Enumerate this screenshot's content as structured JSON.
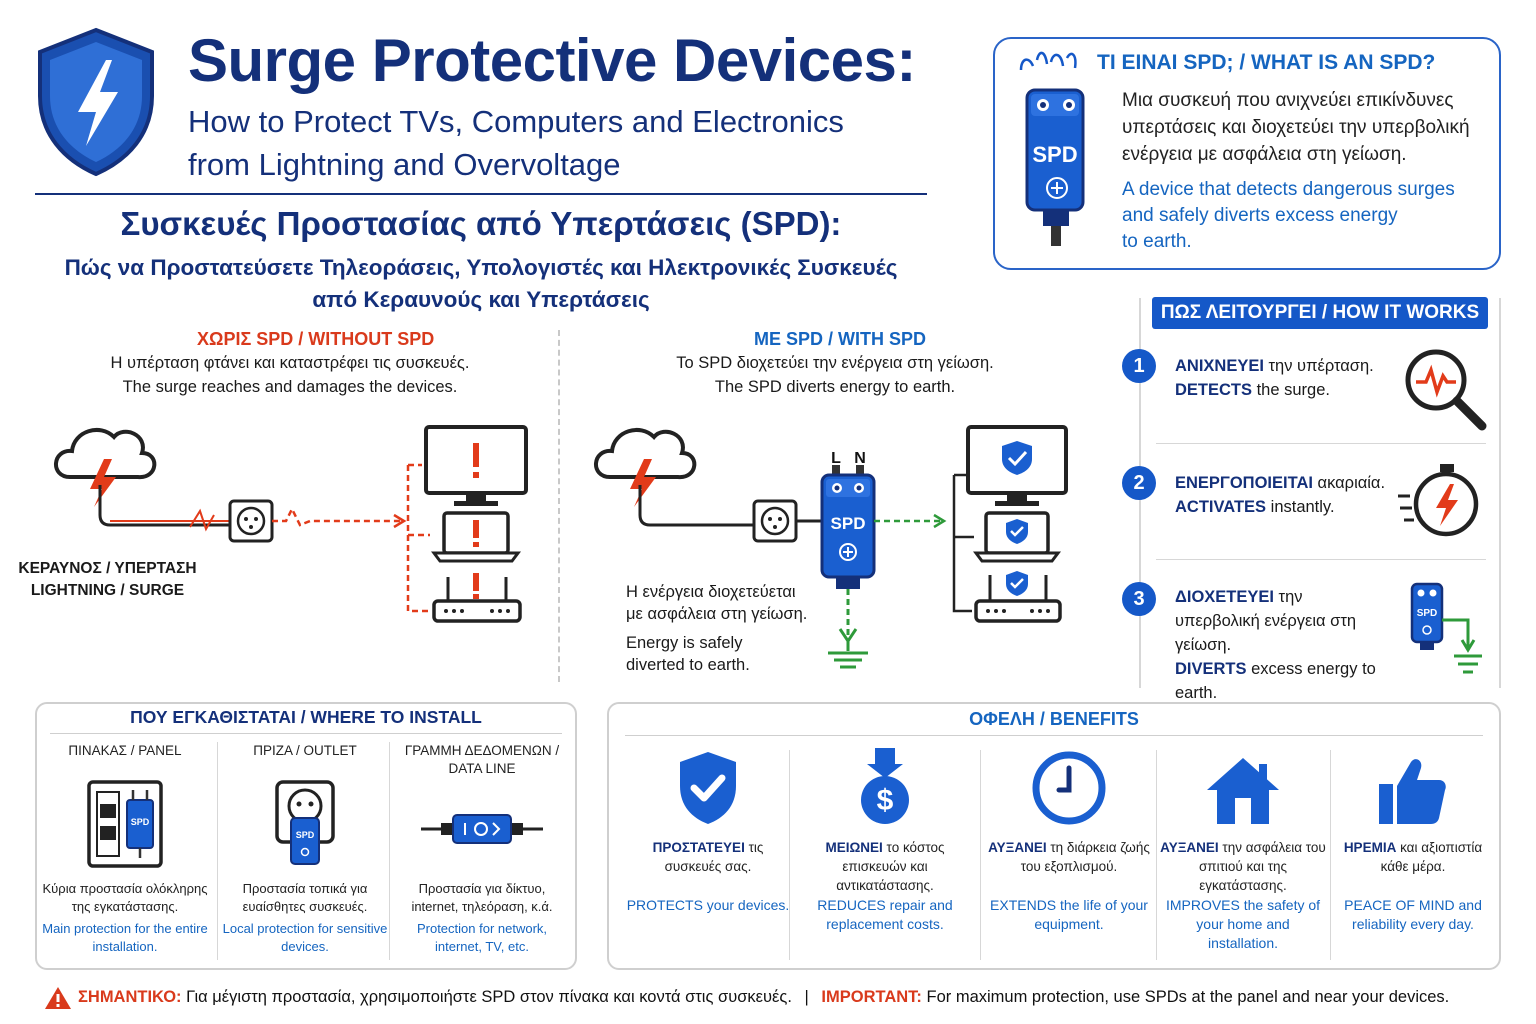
{
  "header": {
    "title": "Surge Protective Devices:",
    "subtitle_line1": "How to Protect TVs, Computers and Electronics",
    "subtitle_line2": "from Lightning and Overvoltage",
    "greek_title": "Συσκευές Προστασίας από Υπερτάσεις (SPD):",
    "greek_sub_line1": "Πώς να Προστατεύσετε Τηλεοράσεις, Υπολογιστές και Ηλεκτρονικές Συσκευές",
    "greek_sub_line2": "από Κεραυνούς και Υπερτάσεις"
  },
  "what_is": {
    "title": "ΤΙ ΕΙΝΑΙ SPD; / WHAT IS AN SPD?",
    "greek": "Μια συσκευή που ανιχνεύει επικίνδυνες υπερτάσεις και διοχετεύει την υπερβολική ενέργεια με ασφάλεια στη γείωση.",
    "english_line1": "A device that detects dangerous surges",
    "english_line2": "and safely diverts excess energy",
    "english_line3": "to earth.",
    "device_label": "SPD"
  },
  "without_spd": {
    "heading": "ΧΩΡΙΣ SPD / WITHOUT SPD",
    "greek": "Η υπέρταση φτάνει και καταστρέφει τις συσκευές.",
    "english": "The surge reaches and damages the devices.",
    "lightning_gr": "ΚΕΡΑΥΝΟΣ / ΥΠΕΡΤΑΣΗ",
    "lightning_en": "LIGHTNING / SURGE"
  },
  "with_spd": {
    "heading": "ΜΕ SPD / WITH SPD",
    "greek": "Το SPD διοχετεύει την ενέργεια στη γείωση.",
    "english": "The SPD diverts energy to earth.",
    "device_label": "SPD",
    "terminal_l": "L",
    "terminal_n": "N",
    "note_gr_line1": "Η ενέργεια διοχετεύεται",
    "note_gr_line2": "με ασφάλεια στη γείωση.",
    "note_en_line1": "Energy is safely",
    "note_en_line2": "diverted to earth."
  },
  "how_it_works": {
    "title": "ΠΩΣ ΛΕΙΤΟΥΡΓΕΙ / HOW IT WORKS",
    "device_label": "SPD",
    "steps": [
      {
        "num": "1",
        "gr_bold": "ΑΝΙΧΝΕΥΕΙ",
        "gr_rest": " την υπέρταση.",
        "en_bold": "DETECTS",
        "en_rest": " the surge."
      },
      {
        "num": "2",
        "gr_bold": "ΕΝΕΡΓΟΠΟΙΕΙΤΑΙ",
        "gr_rest": " ακαριαία.",
        "en_bold": "ACTIVATES",
        "en_rest": " instantly."
      },
      {
        "num": "3",
        "gr_bold": "ΔΙΟΧΕΤΕΥΕΙ",
        "gr_rest": " την υπερβολική ενέργεια στη γείωση.",
        "en_bold": "DIVERTS",
        "en_rest": " excess energy to earth."
      }
    ]
  },
  "where_to_install": {
    "title": "ΠΟΥ ΕΓΚΑΘΙΣΤΑΤΑΙ / WHERE TO INSTALL",
    "device_label": "SPD",
    "items": [
      {
        "heading": "ΠΙΝΑΚΑΣ / PANEL",
        "gr": "Κύρια προστασία ολόκληρης της εγκατάστασης.",
        "en": "Main protection for the entire installation."
      },
      {
        "heading": "ΠΡΙΖΑ / OUTLET",
        "gr": "Προστασία τοπικά για ευαίσθητες συσκευές.",
        "en": "Local protection for sensitive devices."
      },
      {
        "heading": "ΓΡΑΜΜΗ ΔΕΔΟΜΕΝΩΝ / DATA LINE",
        "gr": "Προστασία για δίκτυο, internet, τηλεόραση, κ.ά.",
        "en": "Protection for network, internet, TV, etc."
      }
    ]
  },
  "benefits": {
    "title": "ΟΦΕΛΗ / BENEFITS",
    "items": [
      {
        "icon": "shield-check-icon",
        "gr_bold": "ΠΡΟΣΤΑΤΕΥΕΙ",
        "gr_rest": " τις συσκευές σας.",
        "en_bold": "PROTECTS",
        "en_rest": " your devices."
      },
      {
        "icon": "money-down-icon",
        "gr_bold": "ΜΕΙΩΝΕΙ",
        "gr_rest": " το κόστος επισκευών και αντικατάστασης.",
        "en_bold": "REDUCES",
        "en_rest": " repair and replacement costs."
      },
      {
        "icon": "clock-icon",
        "gr_bold": "ΑΥΞΑΝΕΙ",
        "gr_rest": " τη διάρκεια ζωής του εξοπλισμού.",
        "en_bold": "EXTENDS",
        "en_rest": " the life of your equipment."
      },
      {
        "icon": "home-icon",
        "gr_bold": "ΑΥΞΑΝΕΙ",
        "gr_rest": " την ασφάλεια του σπιτιού και της εγκατάστασης.",
        "en_bold": "IMPROVES",
        "en_rest": " the safety of your home and installation."
      },
      {
        "icon": "thumbs-up-icon",
        "gr_bold": "ΗΡΕΜΙΑ",
        "gr_rest": " και αξιοπιστία κάθε μέρα.",
        "en_bold": "PEACE OF MIND",
        "en_rest": " and reliability every day."
      }
    ]
  },
  "footer": {
    "important_gr": "ΣΗΜΑΝΤΙΚΟ:",
    "text_gr": " Για μέγιστη προστασία, χρησιμοποιήστε SPD στον πίνακα και κοντά στις συσκευές.",
    "separator": "|",
    "important_en": "IMPORTANT:",
    "text_en": " For maximum protection, use SPDs at the panel and near your devices."
  },
  "colors": {
    "navy": "#14307a",
    "blue": "#1558c8",
    "red": "#d93a1c",
    "green": "#2e9a3a"
  }
}
